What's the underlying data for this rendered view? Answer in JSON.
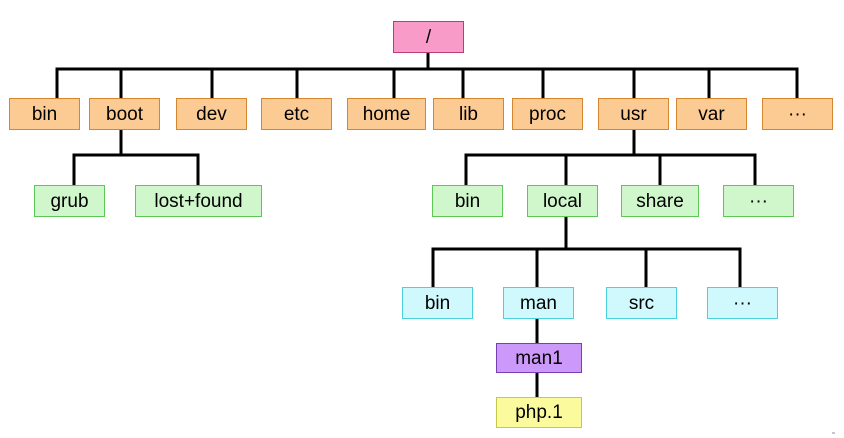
{
  "tree": {
    "root": "/",
    "level1": [
      "bin",
      "boot",
      "dev",
      "etc",
      "home",
      "lib",
      "proc",
      "usr",
      "var",
      "···"
    ],
    "boot_children": [
      "grub",
      "lost+found"
    ],
    "usr_children": [
      "bin",
      "local",
      "share",
      "···"
    ],
    "local_children": [
      "bin",
      "man",
      "src",
      "···"
    ],
    "man_children": [
      "man1"
    ],
    "man1_children": [
      "php.1"
    ]
  },
  "colors": {
    "root": "#f99bc8",
    "level1": "#fccb94",
    "level2": "#cff7cb",
    "level3": "#cff9fc",
    "level4": "#cc99fa",
    "level5": "#fbfb9e",
    "connector": "#000000"
  }
}
